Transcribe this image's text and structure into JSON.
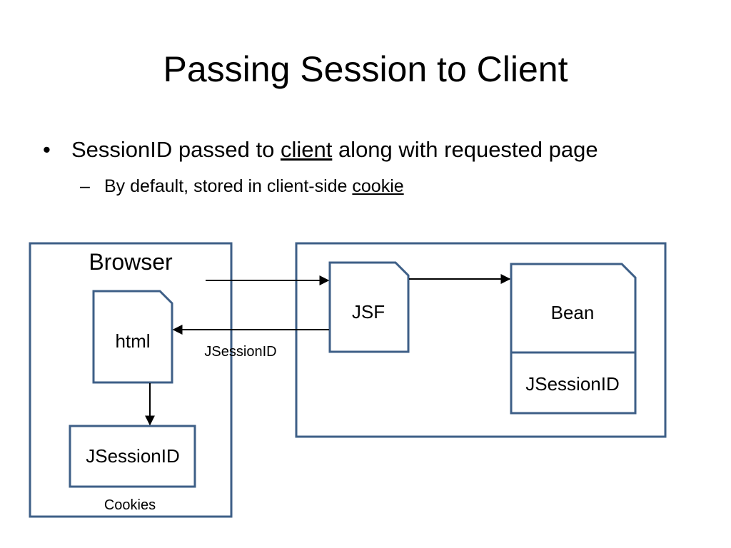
{
  "slide": {
    "title": "Passing Session to Client",
    "bullet1": {
      "mark": "•",
      "before": "SessionID passed to ",
      "link": "client",
      "after": " along with requested page"
    },
    "bullet2": {
      "mark": "–",
      "before": "By default, stored in client-side ",
      "link": "cookie"
    }
  },
  "diagram": {
    "browser_label": "Browser",
    "html_label": "html",
    "cookie_value": "JSessionID",
    "cookies_label": "Cookies",
    "arrow_label": "JSessionID",
    "jsf_label": "JSF",
    "bean_label": "Bean",
    "bean_session_label": "JSessionID",
    "colors": {
      "box_stroke": "#3e5f87"
    }
  }
}
